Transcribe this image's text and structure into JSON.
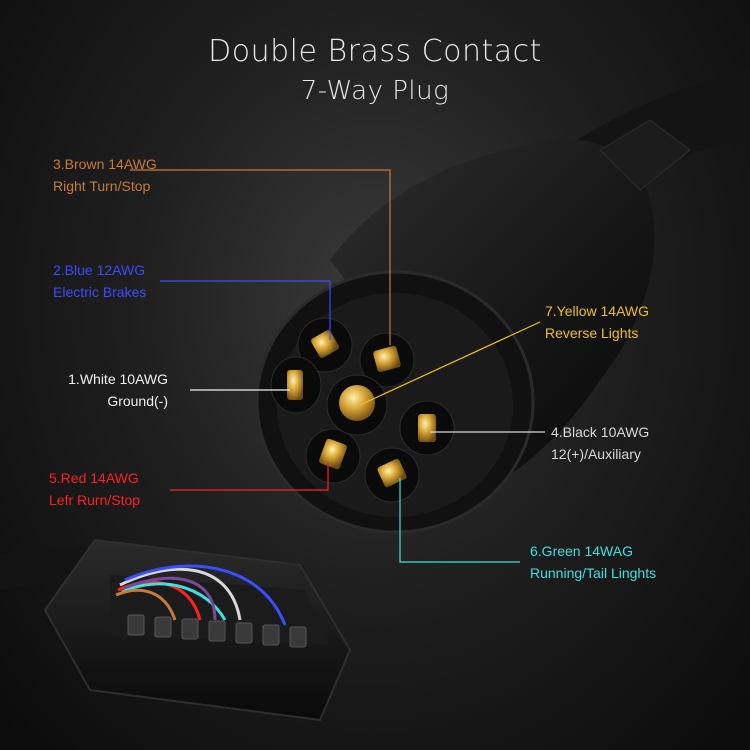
{
  "title": "Double Brass Contact",
  "subtitle": "7-Way Plug",
  "colors": {
    "brown": "#c87a3a",
    "blue": "#3a4dff",
    "white": "#f0f0f0",
    "red": "#ff2020",
    "yellow": "#f0c020",
    "black_wire": "#d8d8d8",
    "green": "#3fe0e0"
  },
  "pins": [
    {
      "line1": "3.Brown 14AWG",
      "line2": "Right Turn/Stop",
      "color_key": "brown"
    },
    {
      "line1": "2.Blue 12AWG",
      "line2": "Electric Brakes",
      "color_key": "blue"
    },
    {
      "line1": "1.White 10AWG",
      "line2": "Ground(-)",
      "color_key": "white"
    },
    {
      "line1": "5.Red 14AWG",
      "line2": "Lefr Rurn/Stop",
      "color_key": "red"
    },
    {
      "line1": "7.Yellow 14AWG",
      "line2": "Reverse Lights",
      "color_key": "yellow"
    },
    {
      "line1": "4.Black 10AWG",
      "line2": "12(+)/Auxiliary",
      "color_key": "black_wire"
    },
    {
      "line1": "6.Green 14WAG",
      "line2": "Running/Tail Linghts",
      "color_key": "green"
    }
  ]
}
